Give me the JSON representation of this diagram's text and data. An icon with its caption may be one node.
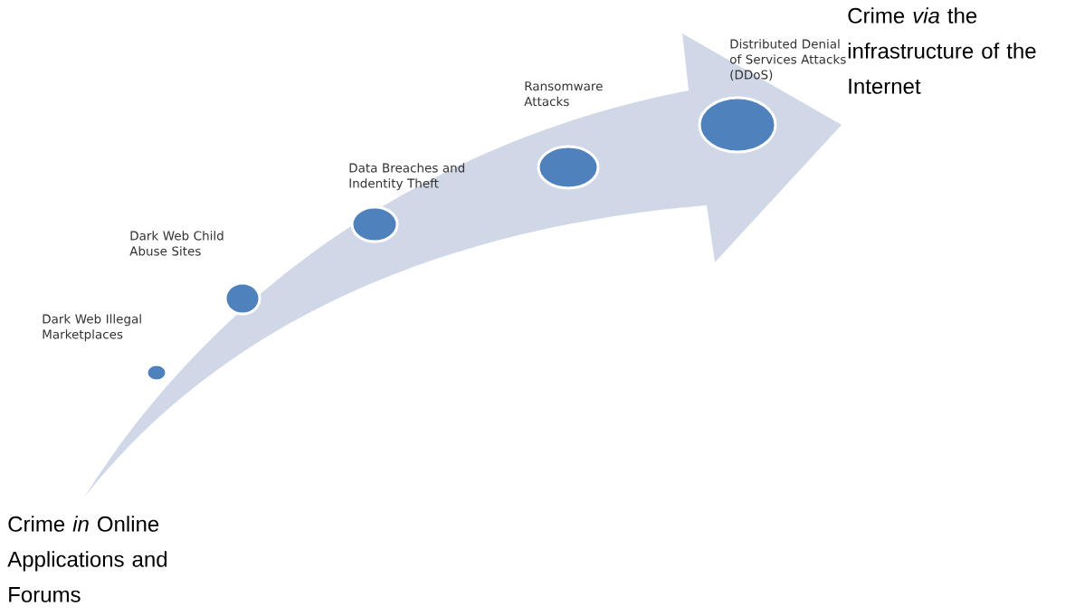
{
  "diagram": {
    "nodes": [
      {
        "text": [
          "Dark Web Illegal Marketplaces"
        ]
      },
      {
        "text": [
          "Dark Web Child Abuse Sites"
        ]
      },
      {
        "text": [
          "Data Breaches and Indentity Theft"
        ]
      },
      {
        "text": [
          "Ransomware Attacks"
        ]
      },
      {
        "text": [
          "Distributed Denial of Services Attacks (DDoS)"
        ]
      }
    ],
    "labels": [
      "Crime *in* Online Applications and Forums",
      "Crime *via* the infrastructure of the Internet"
    ]
  }
}
